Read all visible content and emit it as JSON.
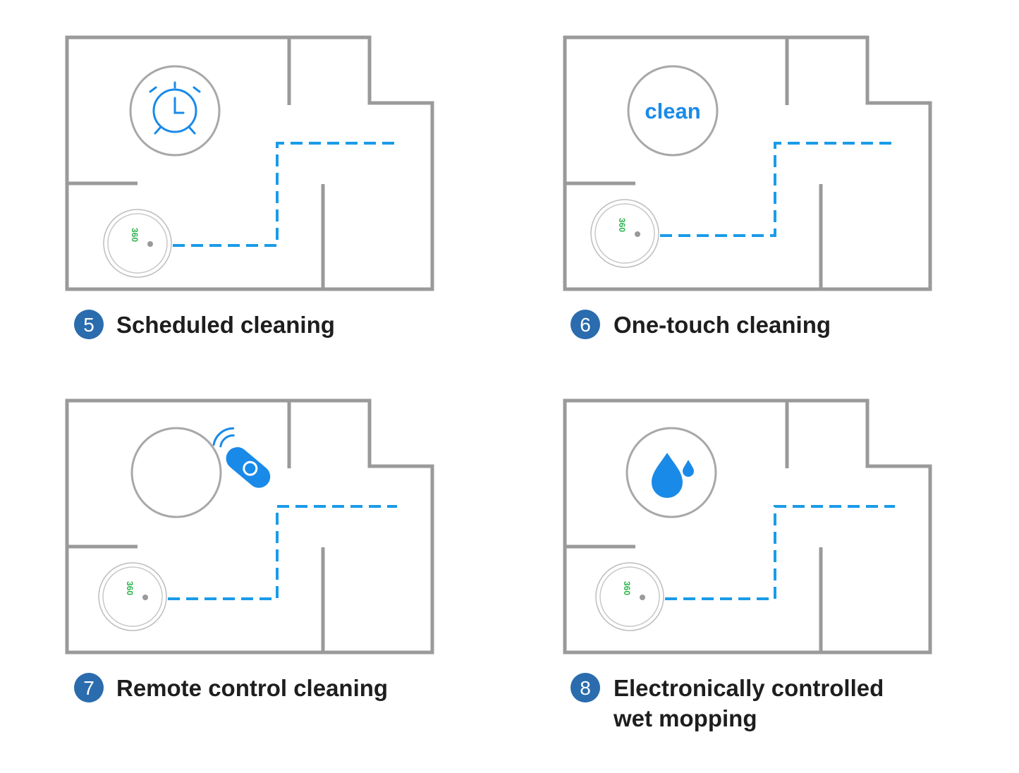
{
  "colors": {
    "wall": "#9a9a9a",
    "path": "#1a9be8",
    "badge": "#2a6cad",
    "icon": "#1a8ae8",
    "logo": "#2bb24c",
    "text": "#1e1e1e"
  },
  "robot_logo": "360",
  "features": [
    {
      "number": "5",
      "title": "Scheduled cleaning",
      "icon": "alarm-clock-icon"
    },
    {
      "number": "6",
      "title": "One-touch cleaning",
      "icon": "clean-button-icon",
      "icon_text": "clean"
    },
    {
      "number": "7",
      "title": "Remote control cleaning",
      "icon": "remote-control-icon"
    },
    {
      "number": "8",
      "title": "Electronically controlled",
      "title_line2": "wet mopping",
      "icon": "water-drops-icon"
    }
  ]
}
